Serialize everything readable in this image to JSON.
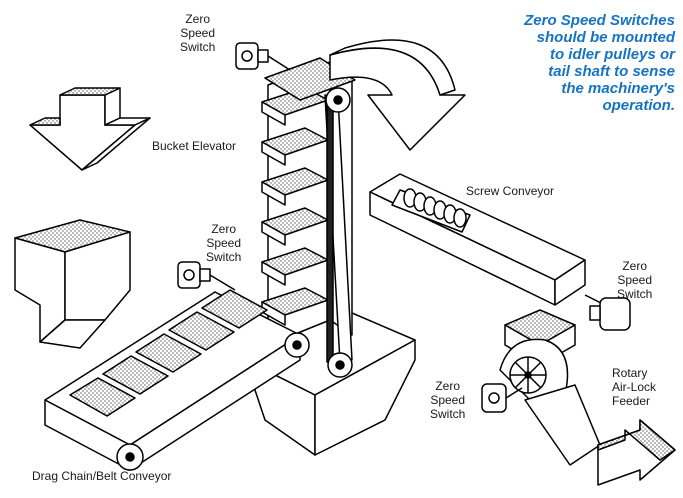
{
  "note": {
    "lines": [
      "Zero Speed Switches",
      "should be mounted",
      "to idler pulleys or",
      "tail shaft to sense",
      "the machinery's",
      "operation."
    ]
  },
  "labels": {
    "switch_top": [
      "Zero",
      "Speed",
      "Switch"
    ],
    "switch_mid": [
      "Zero",
      "Speed",
      "Switch"
    ],
    "switch_right": [
      "Zero",
      "Speed",
      "Switch"
    ],
    "switch_bottom": [
      "Zero",
      "Speed",
      "Switch"
    ],
    "bucket_elevator": "Bucket Elevator",
    "screw_conveyor": "Screw Conveyor",
    "rotary_feeder": [
      "Rotary",
      "Air-Lock",
      "Feeder"
    ],
    "drag_conveyor": "Drag Chain/Belt Conveyor"
  }
}
